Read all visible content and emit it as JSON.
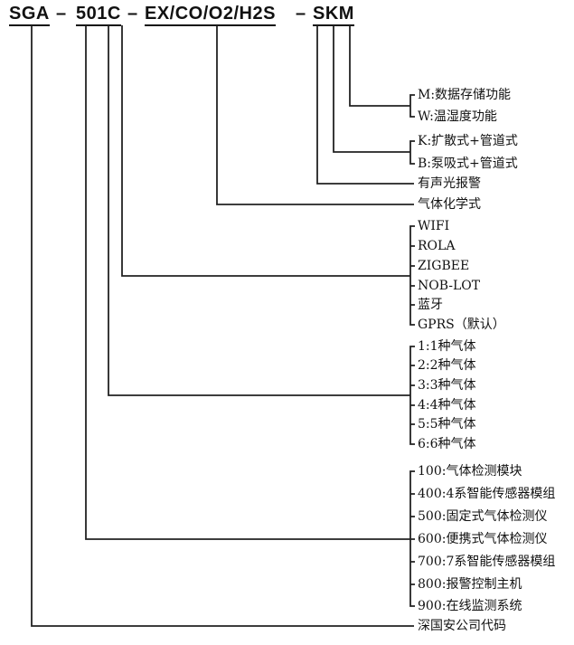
{
  "title": {
    "company": "SGA",
    "series": "501C",
    "gas": "EX/CO/O2/H2S",
    "suffix": "SKM",
    "dash": "–"
  },
  "legend": {
    "storage": [
      "M:数据存储功能",
      "W:温湿度功能"
    ],
    "sampling": [
      "K:扩散式+管道式",
      "B:泵吸式+管道式"
    ],
    "alarm": "有声光报警",
    "gas_formula": "气体化学式",
    "communication": [
      "WIFI",
      "ROLA",
      "ZIGBEE",
      "NOB-LOT",
      "蓝牙",
      "GPRS（默认）"
    ],
    "gas_count": [
      "1:1种气体",
      "2:2种气体",
      "3:3种气体",
      "4:4种气体",
      "5:5种气体",
      "6:6种气体"
    ],
    "product_series": [
      "100:气体检测模块",
      "400:4系智能传感器模组",
      "500:固定式气体检测仪",
      "600:便携式气体检测仪",
      "700:7系智能传感器模组",
      "800:报警控制主机",
      "900:在线监测系统"
    ],
    "company_code": "深国安公司代码"
  },
  "colors": {
    "line": "#222222",
    "text": "#111111"
  }
}
